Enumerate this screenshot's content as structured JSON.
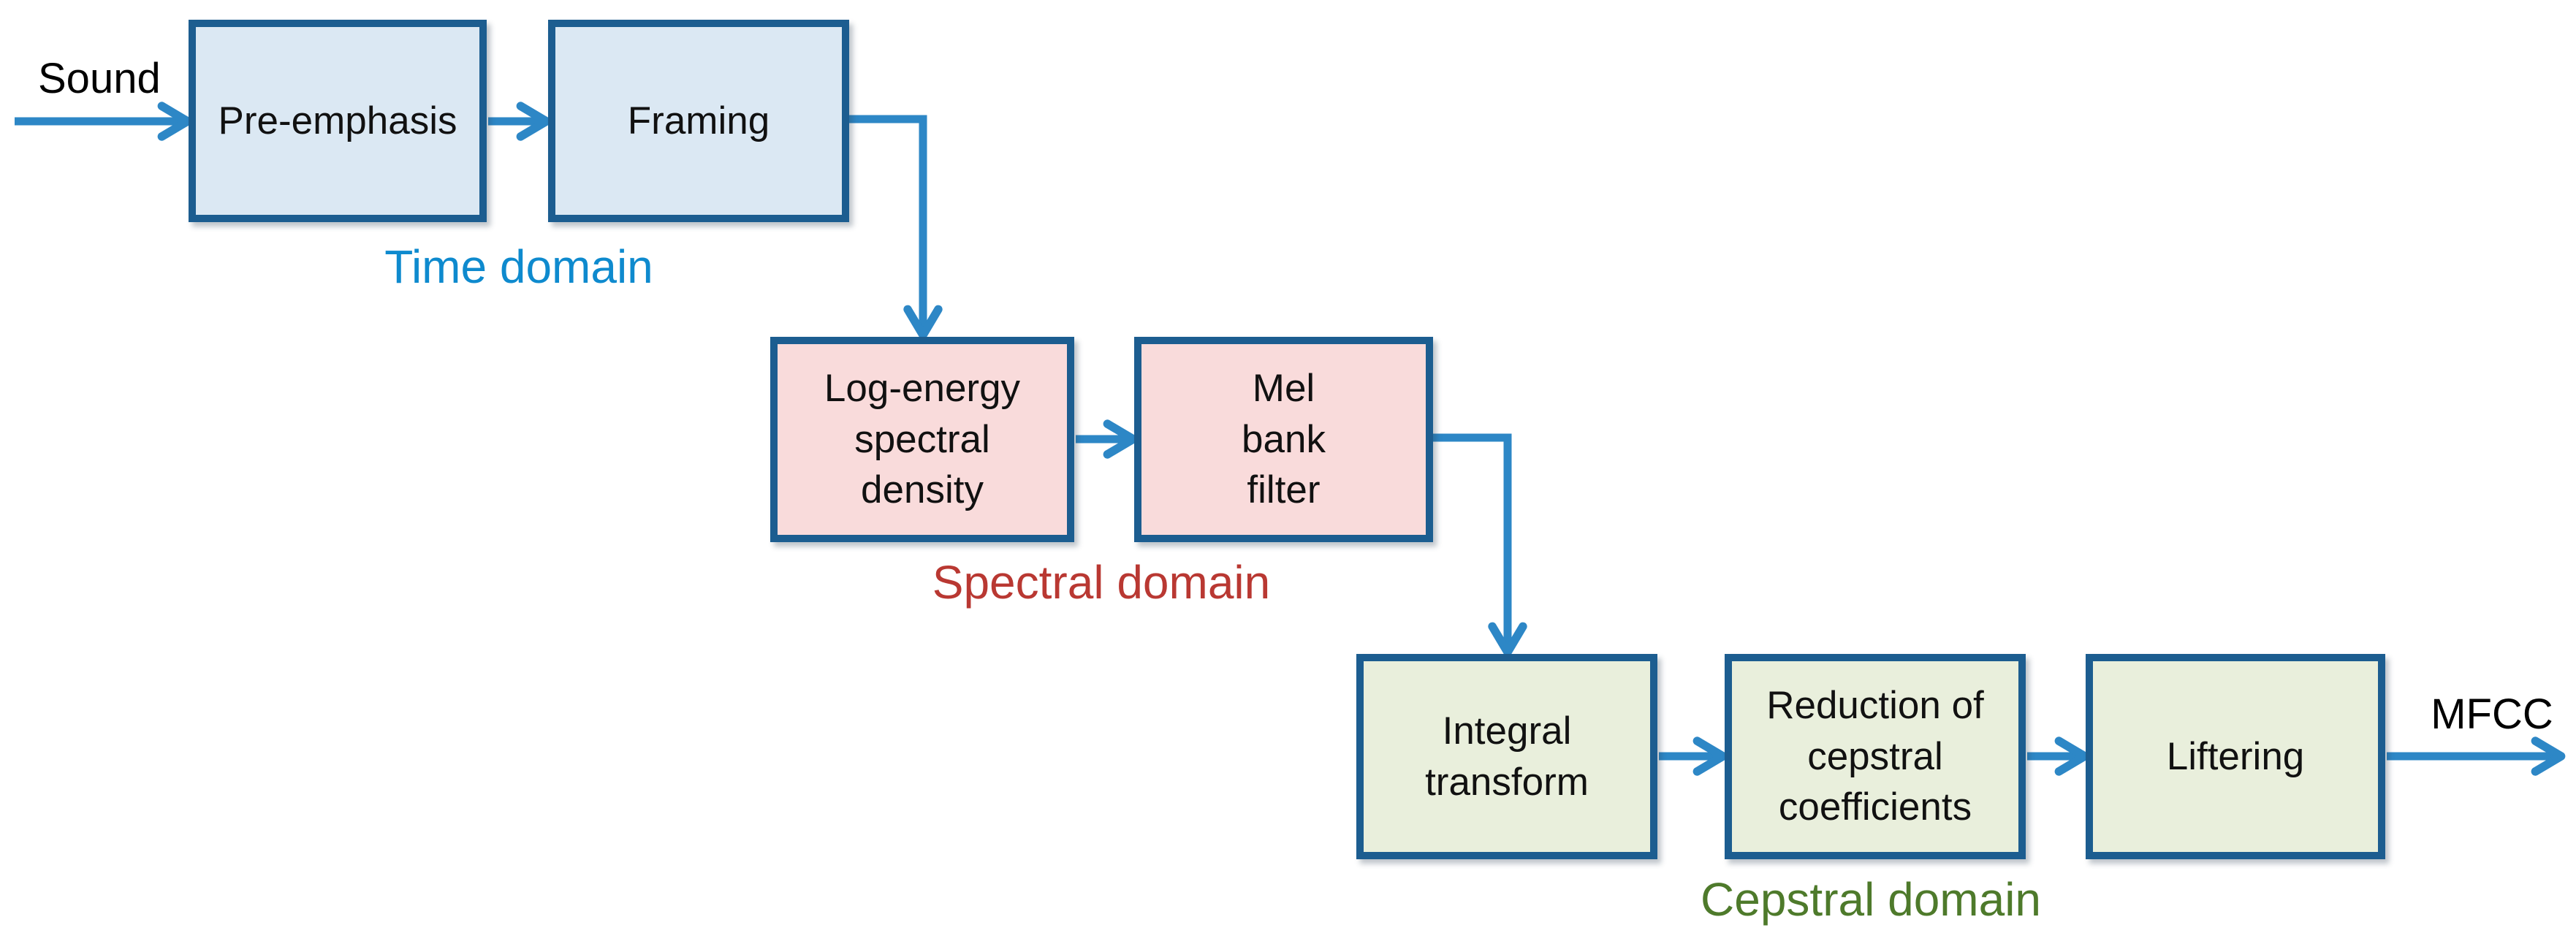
{
  "io": {
    "input": "Sound",
    "output": "MFCC"
  },
  "boxes": {
    "pre_emphasis": "Pre-emphasis",
    "framing": "Framing",
    "log_energy": [
      "Log-energy",
      "spectral",
      "density"
    ],
    "mel_bank": [
      "Mel",
      "bank",
      "filter"
    ],
    "integral": [
      "Integral",
      "transform"
    ],
    "reduction": [
      "Reduction of",
      "cepstral",
      "coefficients"
    ],
    "liftering": "Liftering"
  },
  "domains": {
    "time": "Time domain",
    "spectral": "Spectral domain",
    "cepstral": "Cepstral domain"
  },
  "colors": {
    "arrow": "#2d87c6",
    "border": "#1c5d90",
    "fill-time": "#dbe8f3",
    "fill-spectral": "#f9dbdb",
    "fill-cepstral": "#e9efdc",
    "label-time": "#0e8ace",
    "label-spectral": "#b93832",
    "label-cepstral": "#4e7a2b",
    "box-text": "#111111"
  }
}
